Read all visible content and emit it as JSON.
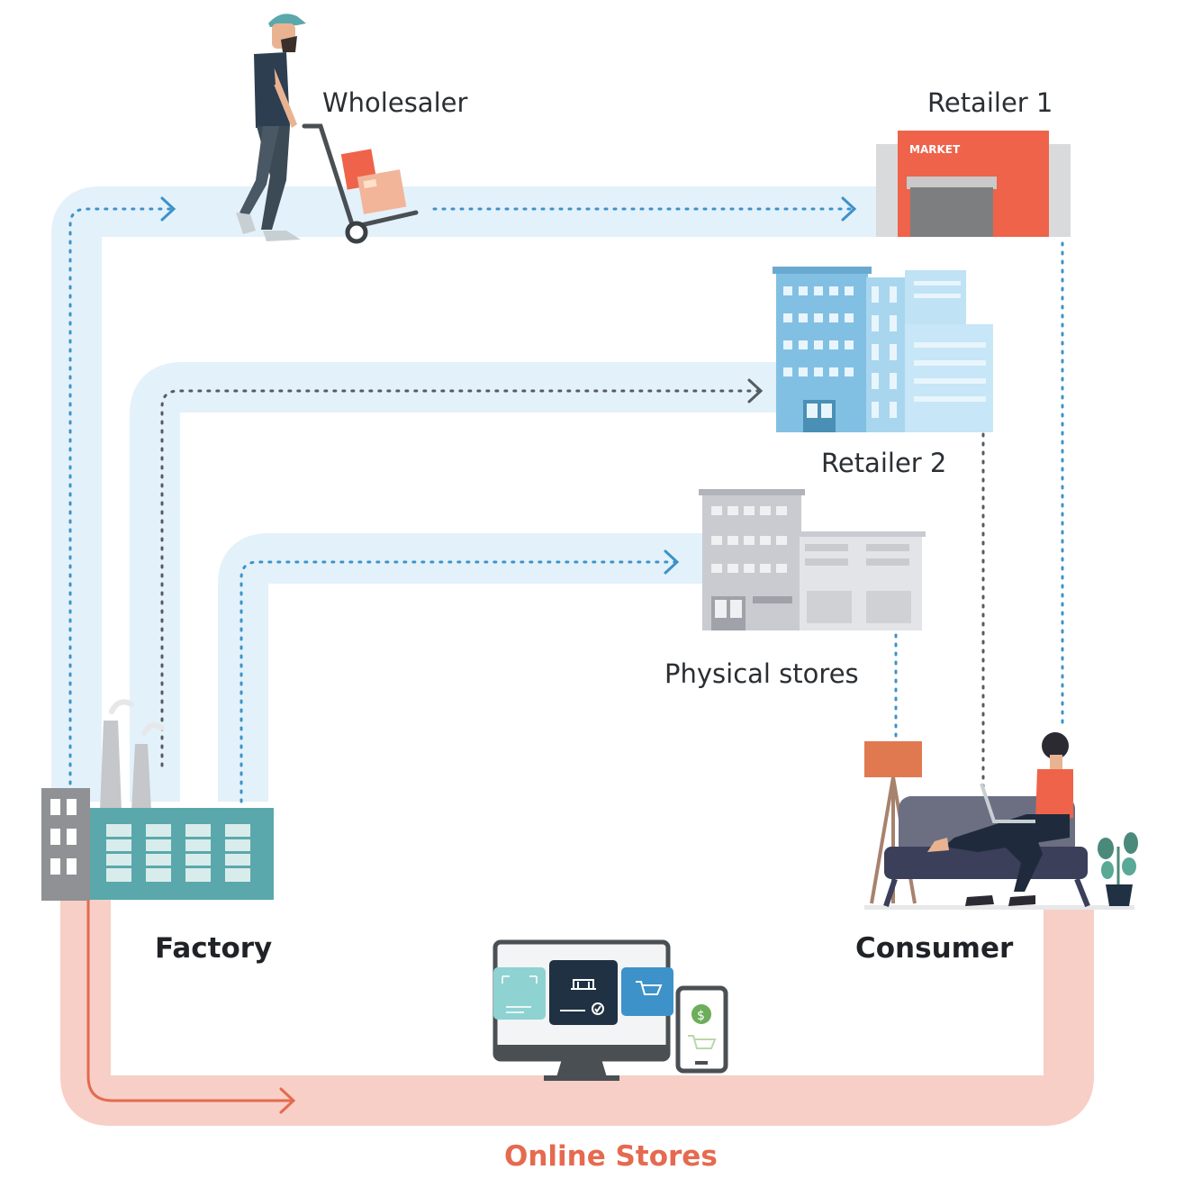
{
  "labels": {
    "wholesaler": "Wholesaler",
    "retailer1": "Retailer 1",
    "retailer2": "Retailer 2",
    "physical_stores": "Physical stores",
    "factory": "Factory",
    "consumer": "Consumer",
    "online_stores": "Online Stores",
    "market_sign": "MARKET"
  },
  "colors": {
    "flow_light_blue": "#e3f1fa",
    "flow_pink": "#f7cfc6",
    "online_accent": "#e56a4f",
    "dots_blue": "#3d92c9",
    "dots_gray": "#555b60",
    "factory_teal": "#5aa8ab",
    "market_red": "#ee634a"
  },
  "icons": [
    "wholesaler-person-icon",
    "market-store-icon",
    "office-building-icon",
    "physical-store-icon",
    "factory-icon",
    "consumer-sofa-icon",
    "desktop-monitor-icon",
    "smartphone-icon",
    "plant-icon",
    "floor-lamp-icon"
  ]
}
